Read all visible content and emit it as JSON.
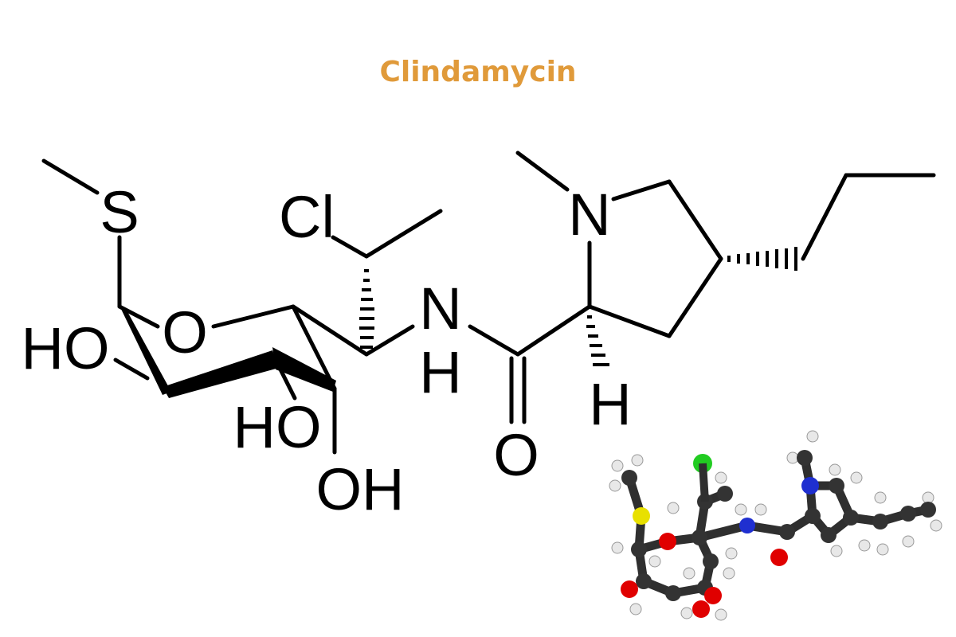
{
  "title": "Clindamycin",
  "colors": {
    "title": "#E09A3A",
    "bond": "#000000",
    "carbon": "#333333",
    "hydrogen": "#E8E8E8",
    "oxygen": "#E00000",
    "nitrogen": "#1F2FD0",
    "sulfur": "#E8E000",
    "chlorine": "#22CC22"
  },
  "atoms": {
    "s": "S",
    "o_ring": "O",
    "cl": "Cl",
    "ho_left": "HO",
    "ho_mid": "HO",
    "oh_bottom": "OH",
    "nh_n": "N",
    "nh_h": "H",
    "n_ring": "N",
    "o_carbonyl": "O",
    "h_stereo": "H"
  },
  "ball_and_stick": {
    "visible": true,
    "icon": "ball-and-stick-3d-model"
  }
}
